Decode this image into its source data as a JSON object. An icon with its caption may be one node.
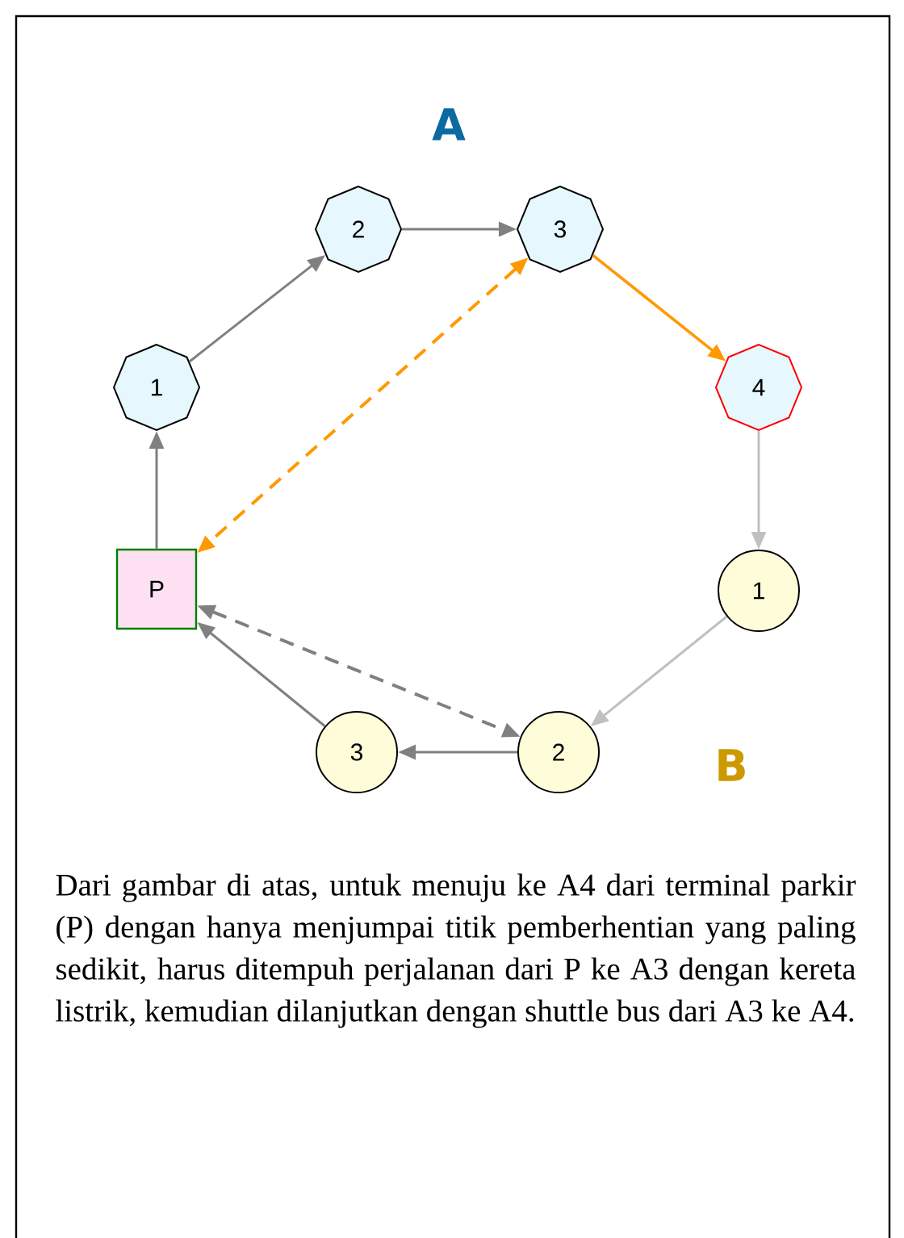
{
  "diagram": {
    "nodes": [
      {
        "text": [
          "1"
        ]
      },
      {
        "text": [
          "2"
        ]
      },
      {
        "text": [
          "3"
        ]
      },
      {
        "text": [
          "4"
        ]
      },
      {
        "text": [
          "P"
        ]
      },
      {
        "text": [
          "1"
        ]
      },
      {
        "text": [
          "2"
        ]
      },
      {
        "text": [
          "3"
        ]
      }
    ],
    "edges": [
      {
        "from": 4,
        "to": 0,
        "arrow": "to"
      },
      {
        "from": 0,
        "to": 1,
        "arrow": "to"
      },
      {
        "from": 1,
        "to": 2,
        "arrow": "to"
      },
      {
        "from": 2,
        "to": 3,
        "arrow": "to",
        "color": "#ff9900"
      },
      {
        "from": 3,
        "to": 5,
        "arrow": "to",
        "color": "#c0c0c0"
      },
      {
        "from": 5,
        "to": 6,
        "arrow": "to",
        "color": "#c0c0c0"
      },
      {
        "from": 6,
        "to": 7,
        "arrow": "to"
      },
      {
        "from": 7,
        "to": 4,
        "arrow": "to"
      },
      {
        "from": 2,
        "to": 4,
        "arrow": "both",
        "style": "dashed",
        "color": "#ff9900"
      },
      {
        "from": 4,
        "to": 6,
        "arrow": "both",
        "style": "dashed"
      }
    ],
    "labels": [
      "A",
      "B",
      "Dari gambar di atas, untuk menuju ke A4 dari terminal parkir (P) dengan hanya menjumpai titik pemberhentian yang paling sedikit, harus ditempuh perjalanan dari P ke A3 dengan kereta listrik, kemudian dilanjutkan dengan shuttle bus dari A3 ke A4."
    ]
  }
}
